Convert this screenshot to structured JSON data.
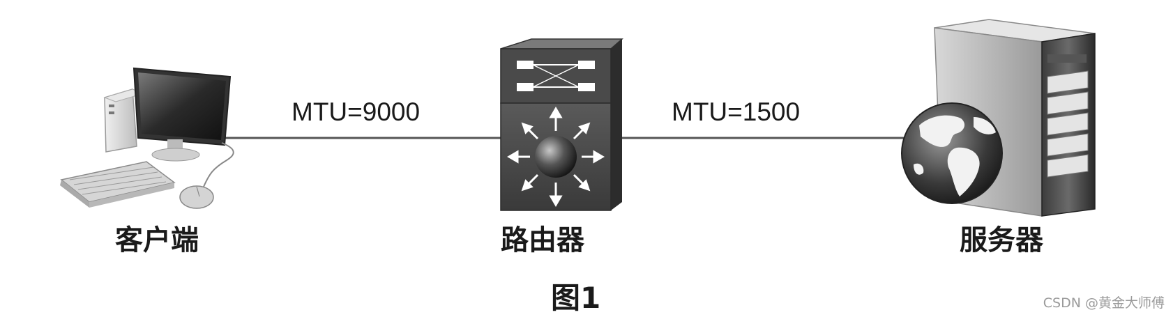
{
  "links": {
    "left": {
      "label": "MTU=9000"
    },
    "right": {
      "label": "MTU=1500"
    }
  },
  "devices": {
    "client": {
      "label": "客户端",
      "icon": "desktop-computer-icon"
    },
    "router": {
      "label": "路由器",
      "icon": "router-switch-icon"
    },
    "server": {
      "label": "服务器",
      "icon": "web-server-icon"
    }
  },
  "caption": "图1",
  "watermark": "CSDN @黄金大师傅"
}
